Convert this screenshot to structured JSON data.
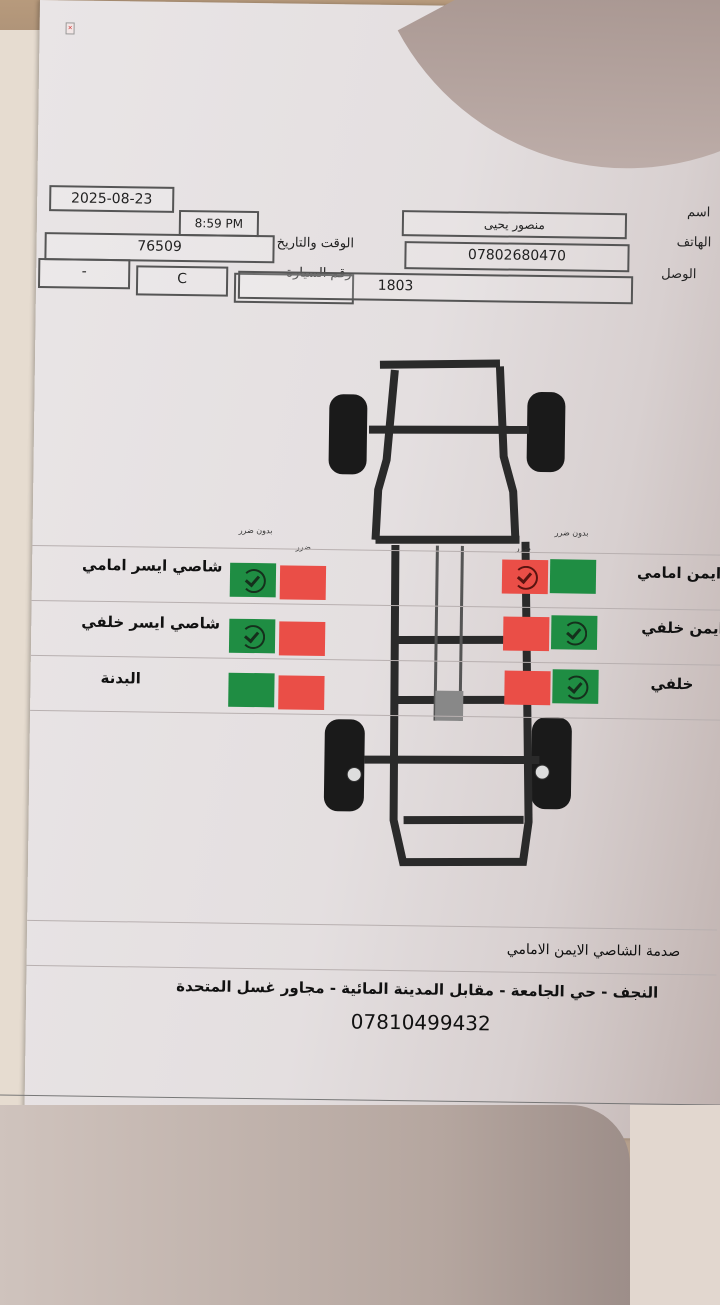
{
  "document": {
    "type": "chassis inspection report (photographed printout)",
    "header": {
      "date": "2025-08-23",
      "time": "8:59 PM",
      "datetime_label": "الوقت والتاريخ",
      "car_number_label": "رقم السيارة",
      "car_number": "76509",
      "plate_letter": "C",
      "plate_extra": "-",
      "customer_name_label": "اسم",
      "customer_name": "منصور يحيى",
      "phone_label": "الهاتف",
      "phone": "07802680470",
      "receipt_label": "الوصل",
      "receipt_number": "1803"
    },
    "legend": {
      "damaged": "ضرر",
      "not_damaged": "بدون ضرر"
    },
    "left_items": [
      {
        "label": "شاصي ايسر امامي",
        "checked": "no_damage"
      },
      {
        "label": "شاصي ايسر خلفي",
        "checked": "no_damage"
      },
      {
        "label": "البدنة",
        "checked": "none"
      }
    ],
    "right_items": [
      {
        "label": "شاصي ايمن امامي",
        "checked": "damage"
      },
      {
        "label": "شاصي ايمن خلفي",
        "checked": "no_damage"
      },
      {
        "label": "خلفي",
        "checked": "no_damage"
      }
    ],
    "notes": "صدمة الشاصي الايمن الامامي",
    "footer": {
      "address": "النجف - حي الجامعة - مقابل المدينة المائية - مجاور غسل المتحدة",
      "phone": "07810499432"
    },
    "colors": {
      "damage": "#ea4e47",
      "no_damage": "#1f8d43"
    }
  }
}
